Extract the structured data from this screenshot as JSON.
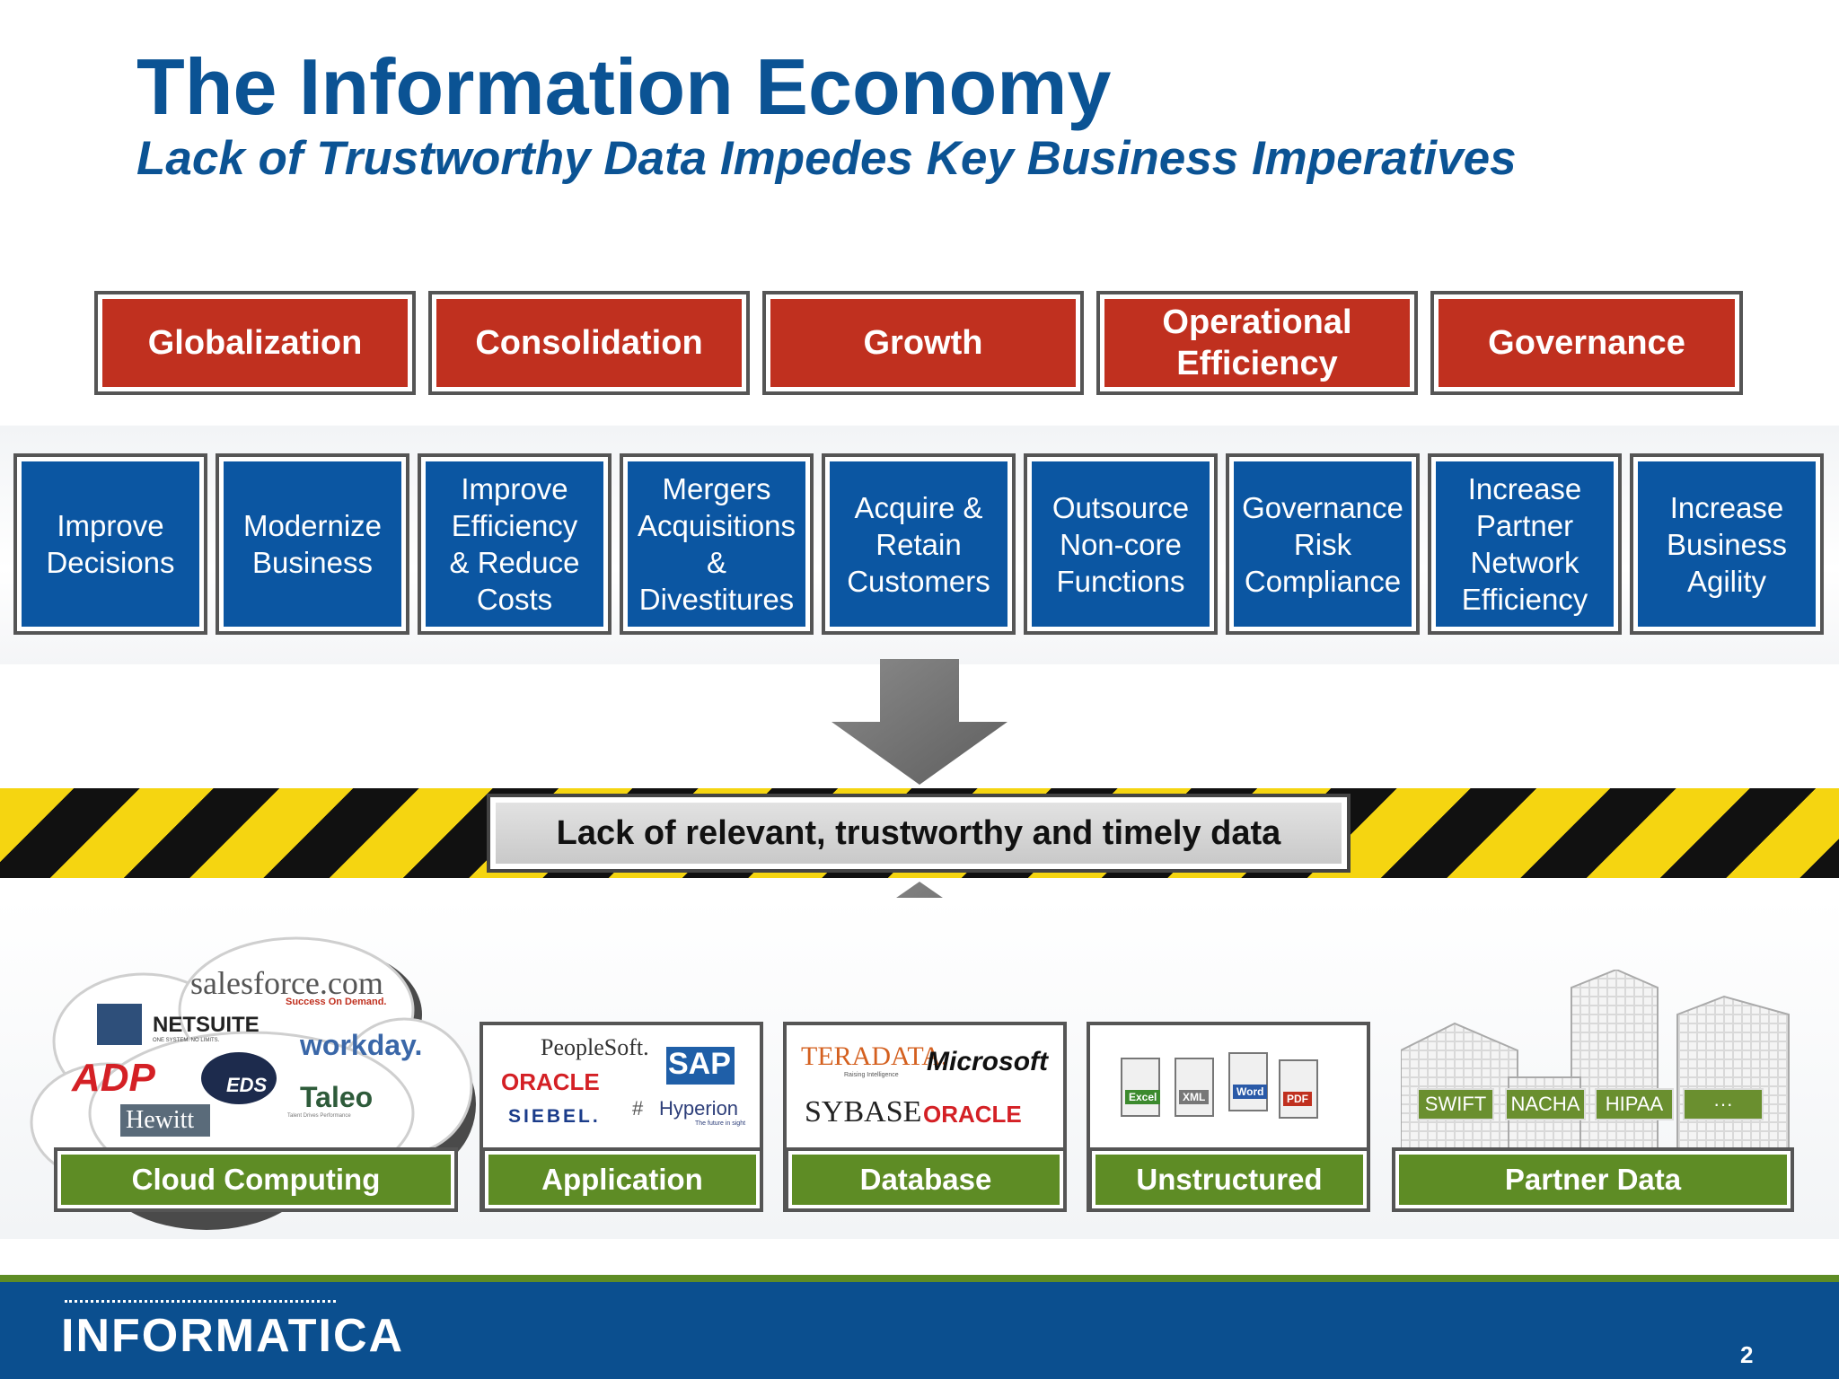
{
  "title": "The Information Economy",
  "subtitle": "Lack of Trustworthy Data Impedes Key Business Imperatives",
  "imperatives": [
    {
      "label": "Globalization"
    },
    {
      "label": "Consolidation"
    },
    {
      "label": "Growth"
    },
    {
      "label": "Operational Efficiency"
    },
    {
      "label": "Governance"
    }
  ],
  "initiatives": [
    {
      "label": "Improve Decisions"
    },
    {
      "label": "Modernize Business"
    },
    {
      "label": "Improve Efficiency & Reduce Costs"
    },
    {
      "label": "Mergers Acquisitions & Divestitures"
    },
    {
      "label": "Acquire & Retain Customers"
    },
    {
      "label": "Outsource Non-core Functions"
    },
    {
      "label": "Governance Risk Compliance"
    },
    {
      "label": "Increase Partner Network Efficiency"
    },
    {
      "label": "Increase Business Agility"
    }
  ],
  "central_message": "Lack of relevant, trustworthy and timely data",
  "sources": [
    {
      "label": "Cloud Computing",
      "logos": [
        "salesforce.com",
        "Success On Demand.",
        "NETSUITE",
        "ONE SYSTEM. NO LIMITS.",
        "workday.",
        "ADP",
        "EDS",
        "Taleo",
        "Talent Drives Performance",
        "Hewitt"
      ]
    },
    {
      "label": "Application",
      "logos": [
        "PeopleSoft.",
        "SAP",
        "ORACLE",
        "SIEBEL.",
        "Hyperion",
        "The future in sight"
      ]
    },
    {
      "label": "Database",
      "logos": [
        "TERADATA.",
        "Raising Intelligence",
        "Microsoft",
        "SYBASE",
        "ORACLE"
      ]
    },
    {
      "label": "Unstructured",
      "files": [
        "Excel",
        "XML",
        "Word",
        "PDF"
      ]
    },
    {
      "label": "Partner Data",
      "standards": [
        "SWIFT",
        "NACHA",
        "HIPAA",
        "···"
      ]
    }
  ],
  "footer": {
    "company": "INFORMATICA",
    "page_number": "2"
  },
  "colors": {
    "title_blue": "#0b5394",
    "imperative_red": "#c0301f",
    "initiative_blue": "#0b56a2",
    "source_green": "#5e8c25",
    "hazard_yellow": "#f5d511",
    "footer_blue": "#0b4f8f"
  }
}
